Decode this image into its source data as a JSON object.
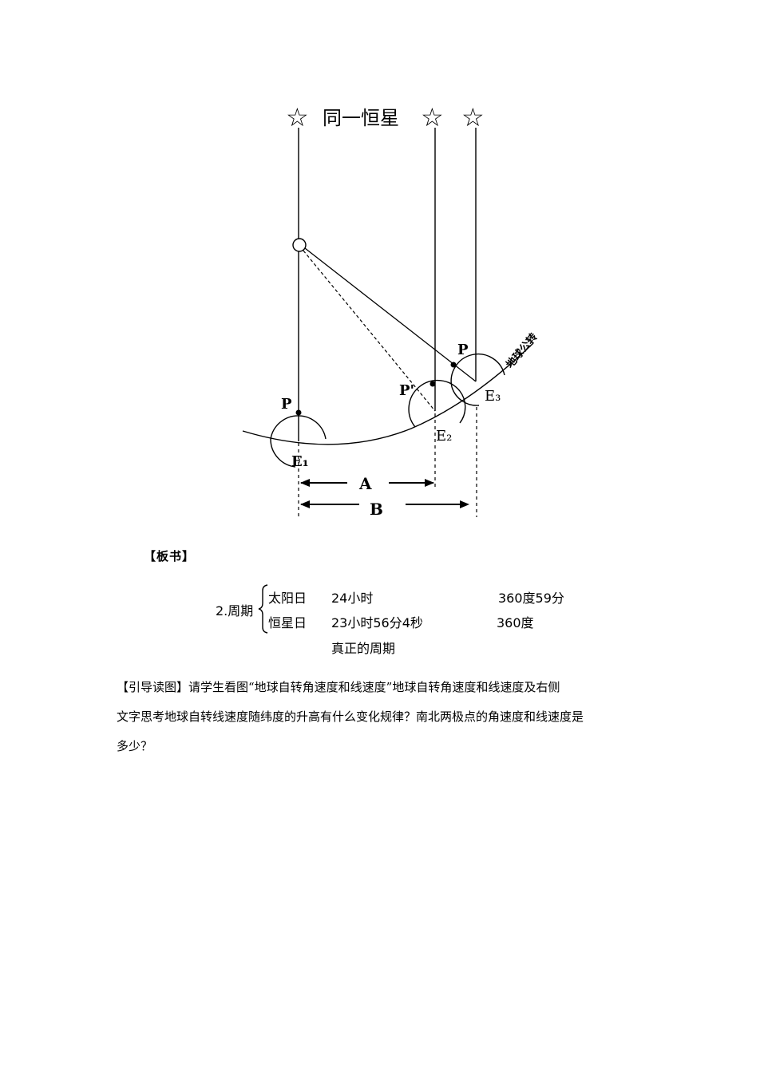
{
  "diagram": {
    "star_label": "同一恒星",
    "star_glyph": "☆",
    "earth_labels": [
      "E₁",
      "E₂",
      "E₃"
    ],
    "p_labels": [
      "P",
      "P'",
      "P"
    ],
    "orbit_label": "地球公转",
    "dim_a": "A",
    "dim_b": "B"
  },
  "board": {
    "title": "【板书】",
    "period_label": "2.周期",
    "solar_day": {
      "name": "太阳日",
      "duration": "24小时",
      "angle": "360度59分"
    },
    "sidereal_day": {
      "name": "恒星日",
      "duration": "23小时56分4秒",
      "angle": "360度"
    },
    "true_period": "真正的周期"
  },
  "guide": {
    "line1": "【引导读图】请学生看图“地球自转角速度和线速度”地球自转角速度和线速度及右侧",
    "line2": "文字思考地球自转线速度随纬度的升高有什么变化规律？南北两极点的角速度和线速度是",
    "line3": "多少？"
  }
}
